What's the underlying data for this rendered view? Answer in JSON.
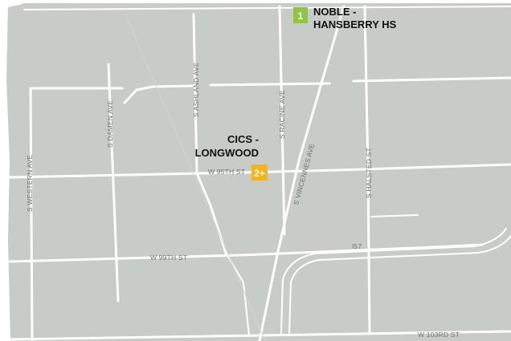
{
  "colors": {
    "land": "#c8ccc8",
    "road": "#ffffff",
    "label": "#6f7370",
    "marker_noble": "#8dc63f",
    "marker_cics": "#f2b51b"
  },
  "streets": {
    "w95th": "W 95TH ST",
    "w99th": "W 99TH ST",
    "w103rd": "W 103RD ST",
    "i57": "I57",
    "western": "S WESTERN AVE",
    "damen": "S DAMEN AVE",
    "ashland": "S ASHLAND AVE",
    "racine": "S RACINE AVE",
    "vincennes": "S VINCENNES AVE",
    "halsted": "S HALSTED ST"
  },
  "schools": [
    {
      "marker_label": "1",
      "name_line1": "NOBLE -",
      "name_line2": "HANSBERRY HS",
      "marker_color": "#8dc63f"
    },
    {
      "marker_label": "2+",
      "name_line1": "CICS -",
      "name_line2": "LONGWOOD",
      "marker_color": "#f2b51b"
    }
  ]
}
